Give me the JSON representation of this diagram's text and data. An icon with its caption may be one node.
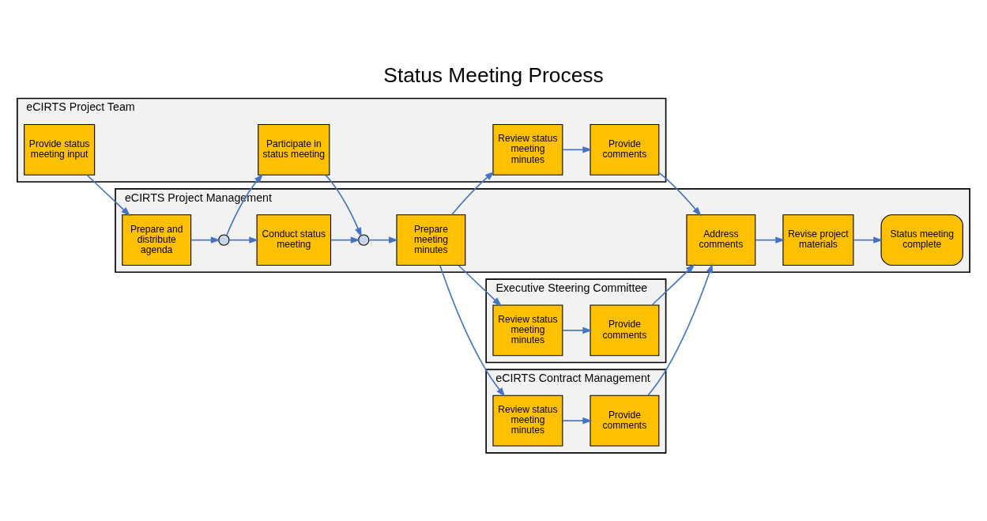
{
  "diagram": {
    "title": "Status Meeting Process",
    "nodes": [
      {
        "text": [
          "Executive Steering Committee"
        ]
      },
      {
        "text": [
          "Review status meeting minutes"
        ],
        "in": 0
      },
      {
        "text": [
          "Provide comments"
        ],
        "in": 0
      },
      {
        "text": [
          "eCIRTS Contract Management"
        ]
      },
      {
        "text": [
          "Review status meeting minutes"
        ],
        "in": 3
      },
      {
        "text": [
          "Provide comments"
        ],
        "in": 3
      },
      {
        "text": [
          "eCIRTS Project Management"
        ]
      },
      {
        "text": [
          "Prepare and distribute agenda"
        ],
        "in": 6
      },
      {
        "text": [],
        "shape": "circle",
        "in": 6
      },
      {
        "text": [
          "Conduct status meeting"
        ],
        "in": 6
      },
      {
        "text": [],
        "shape": "circle",
        "in": 6
      },
      {
        "text": [
          "Prepare meeting minutes"
        ],
        "in": 6
      },
      {
        "text": [
          "Address comments"
        ],
        "in": 6
      },
      {
        "text": [
          "Revise project materials"
        ],
        "in": 6
      },
      {
        "text": [
          "Status meeting complete"
        ],
        "in": 6
      },
      {
        "text": [
          "eCIRTS Project Team"
        ]
      },
      {
        "text": [
          "Provide status meeting input"
        ],
        "in": 15
      },
      {
        "text": [
          "Participate in status meeting"
        ],
        "in": 15
      },
      {
        "text": [
          "Review status meeting minutes"
        ],
        "in": 15
      },
      {
        "text": [
          "Provide comments"
        ],
        "in": 15
      }
    ],
    "edges": [
      {
        "from": 16,
        "to": 7,
        "arrow": "to"
      },
      {
        "from": 7,
        "to": 8,
        "arrow": "to"
      },
      {
        "from": 8,
        "to": 9,
        "arrow": "to"
      },
      {
        "from": 8,
        "to": 17,
        "arrow": "to"
      },
      {
        "from": 9,
        "to": 10,
        "arrow": "to"
      },
      {
        "from": 17,
        "to": 10,
        "arrow": "to"
      },
      {
        "from": 10,
        "to": 11,
        "arrow": "to"
      },
      {
        "from": 11,
        "to": 1,
        "arrow": "to"
      },
      {
        "from": 11,
        "to": 4,
        "arrow": "to"
      },
      {
        "from": 11,
        "to": 18,
        "arrow": "to"
      },
      {
        "from": 1,
        "to": 2,
        "arrow": "to"
      },
      {
        "from": 4,
        "to": 5,
        "arrow": "to"
      },
      {
        "from": 18,
        "to": 19,
        "arrow": "to"
      },
      {
        "from": 2,
        "to": 12,
        "arrow": "to"
      },
      {
        "from": 5,
        "to": 12,
        "arrow": "to"
      },
      {
        "from": 19,
        "to": 12,
        "arrow": "to"
      },
      {
        "from": 12,
        "to": 13,
        "arrow": "to"
      },
      {
        "from": 13,
        "to": 14,
        "arrow": "to"
      }
    ]
  }
}
